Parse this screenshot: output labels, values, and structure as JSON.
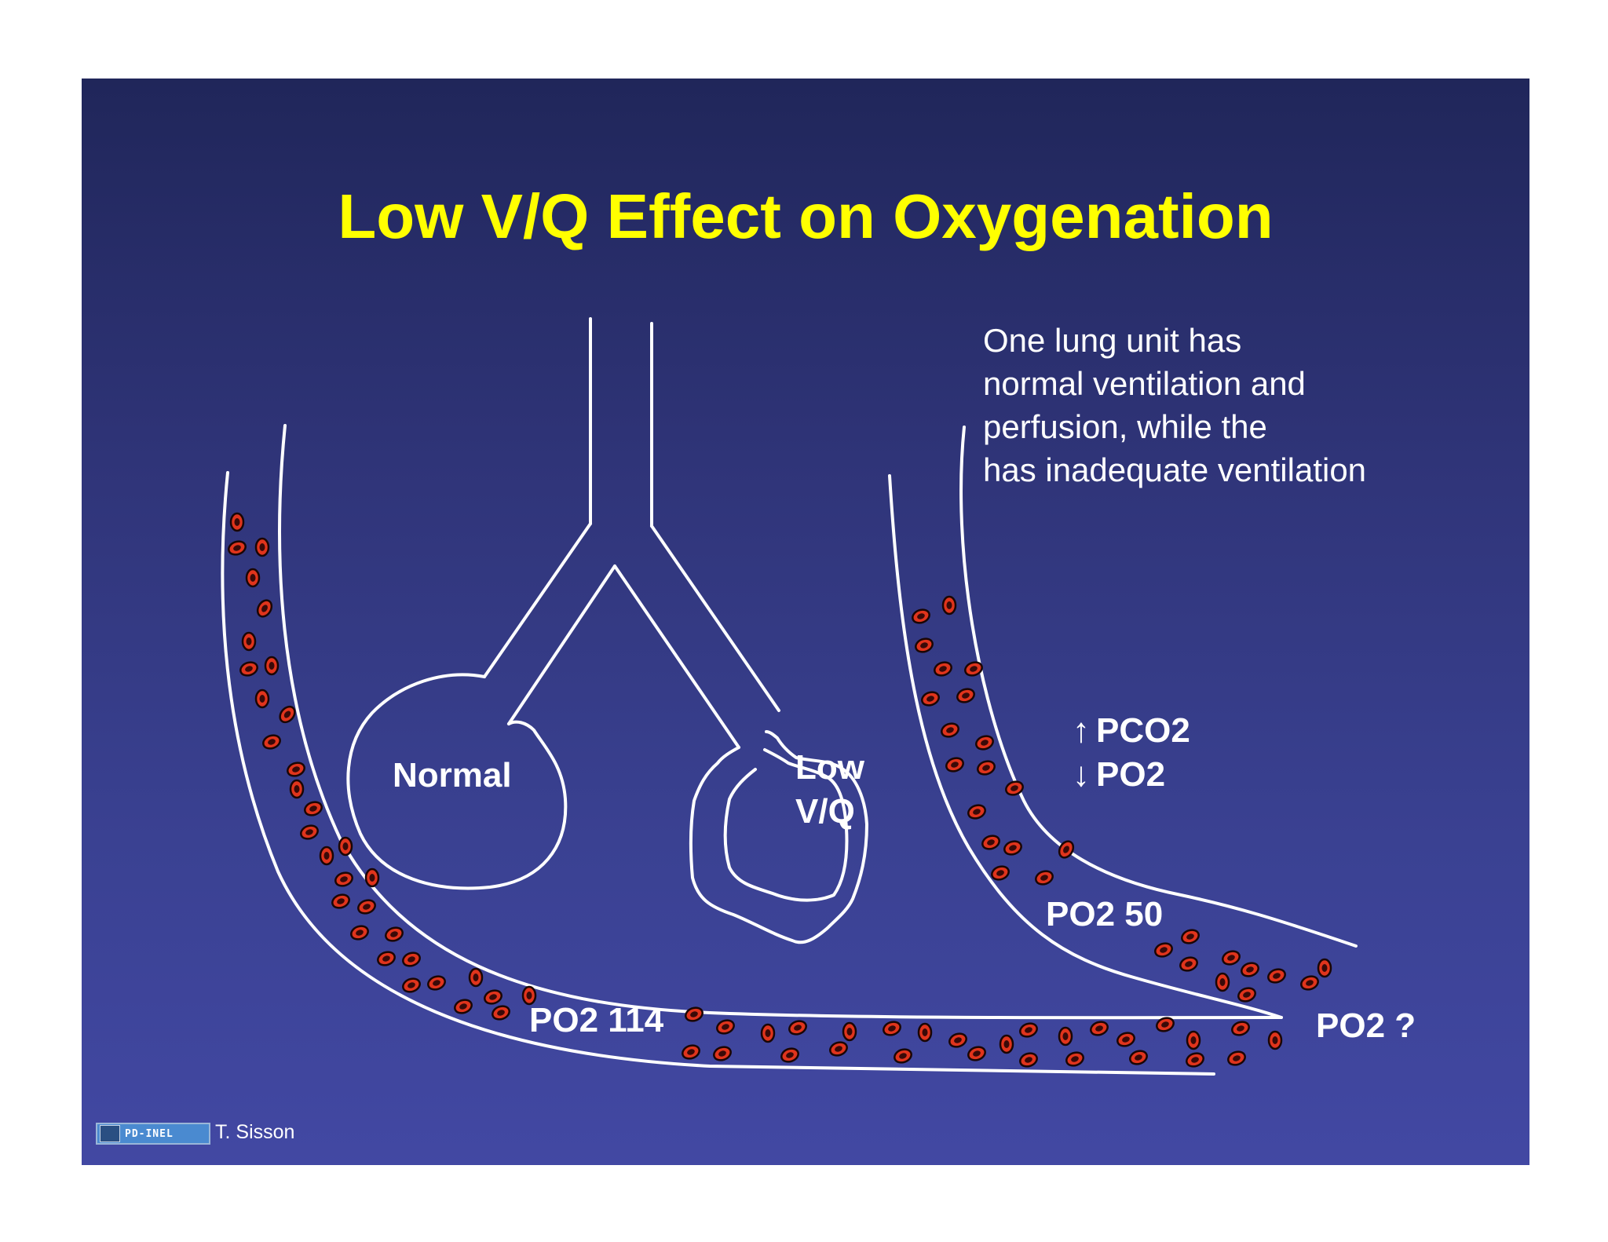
{
  "slide": {
    "title": "Low V/Q Effect on Oxygenation",
    "description_lines": [
      "One lung unit has",
      "normal ventilation and",
      "perfusion, while the",
      "has inadequate ventilation"
    ],
    "background_colors": [
      "#20265a",
      "#4248a3"
    ],
    "title_color": "#ffff00",
    "line_color": "#ffffff",
    "rbc_fill": "#e0341c",
    "rbc_core": "#3a0a08"
  },
  "labels": {
    "normal_alveolus": "Normal",
    "low_vq_line1": "Low",
    "low_vq_line2": "V/Q",
    "pco2": "PCO2",
    "po2": "PO2",
    "pco2_arrow": "↑",
    "po2_arrow": "↓",
    "po2_normal": "PO2 114",
    "po2_low": "PO2 50",
    "po2_mixed": "PO2 ?"
  },
  "footer": {
    "logo_text": "PD-INEL",
    "credit": "T. Sisson"
  }
}
